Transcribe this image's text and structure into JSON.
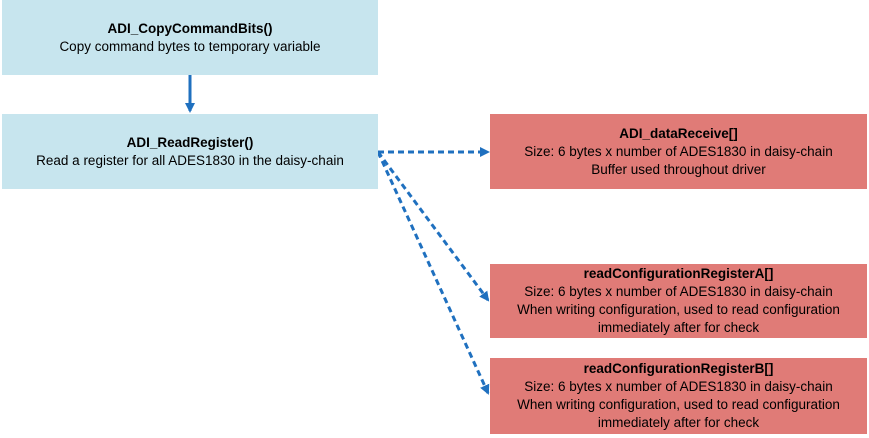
{
  "boxes": {
    "copy_command_bits": {
      "title": "ADI_CopyCommandBits()",
      "lines": [
        "Copy command bytes to temporary variable"
      ]
    },
    "read_register": {
      "title": "ADI_ReadRegister()",
      "lines": [
        "Read a register for all ADES1830 in the daisy-chain"
      ]
    },
    "data_receive": {
      "title": "ADI_dataReceive[]",
      "lines": [
        "Size: 6 bytes x number of ADES1830 in daisy-chain",
        "Buffer used throughout driver"
      ]
    },
    "read_config_a": {
      "title": "readConfigurationRegisterA[]",
      "lines": [
        "Size: 6 bytes x number of ADES1830 in daisy-chain",
        "When writing configuration, used to read configuration",
        "immediately after for check"
      ]
    },
    "read_config_b": {
      "title": "readConfigurationRegisterB[]",
      "lines": [
        "Size: 6 bytes x number of ADES1830 in daisy-chain",
        "When writing configuration, used to read configuration",
        "immediately after for check"
      ]
    }
  },
  "colors": {
    "function_box": "#c7e5ee",
    "buffer_box": "#e07b77",
    "arrow": "#1f70bf"
  }
}
